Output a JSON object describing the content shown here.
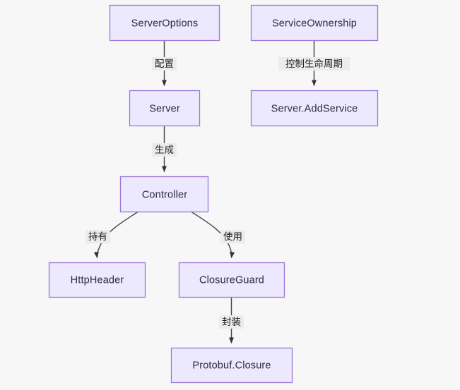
{
  "diagram": {
    "type": "flowchart",
    "direction": "top-down",
    "background_color": "#f7f7f7",
    "node_fill_color": "#ece8fd",
    "node_border_color": "#9a77d8",
    "edge_color": "#454554",
    "edge_label_bg_color": "#ececec",
    "nodes": [
      {
        "id": "serverOptions",
        "label": "ServerOptions"
      },
      {
        "id": "serviceOwnership",
        "label": "ServiceOwnership"
      },
      {
        "id": "server",
        "label": "Server"
      },
      {
        "id": "serverAddService",
        "label": "Server.AddService"
      },
      {
        "id": "controller",
        "label": "Controller"
      },
      {
        "id": "httpHeader",
        "label": "HttpHeader"
      },
      {
        "id": "closureGuard",
        "label": "ClosureGuard"
      },
      {
        "id": "protobufClosure",
        "label": "Protobuf.Closure"
      }
    ],
    "edges": [
      {
        "from": "serverOptions",
        "to": "server",
        "label": "配置"
      },
      {
        "from": "serviceOwnership",
        "to": "serverAddService",
        "label": "控制生命周期"
      },
      {
        "from": "server",
        "to": "controller",
        "label": "生成"
      },
      {
        "from": "controller",
        "to": "httpHeader",
        "label": "持有"
      },
      {
        "from": "controller",
        "to": "closureGuard",
        "label": "使用"
      },
      {
        "from": "closureGuard",
        "to": "protobufClosure",
        "label": "封装"
      }
    ]
  }
}
